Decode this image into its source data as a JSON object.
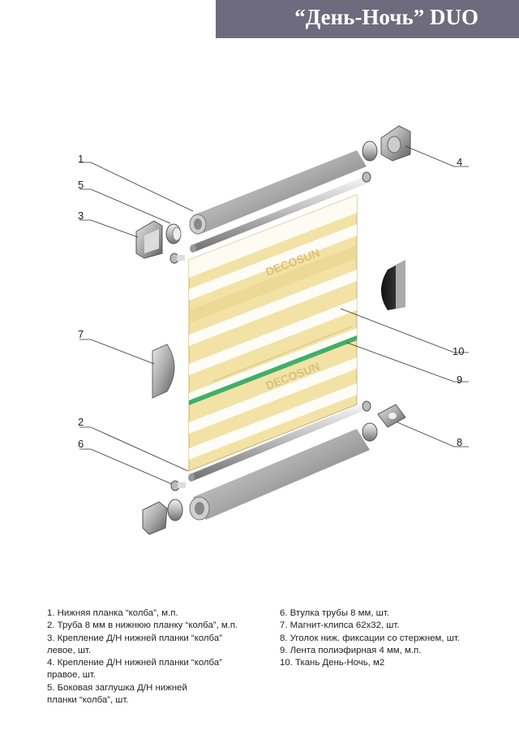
{
  "title": "“День-Ночь” DUO",
  "diagram": {
    "callouts": [
      "1",
      "2",
      "3",
      "4",
      "5",
      "6",
      "7",
      "8",
      "9",
      "10"
    ],
    "watermark": "DECOSUN"
  },
  "legend": {
    "left": [
      "1. Нижняя планка “колба”, м.п.",
      "2. Труба 8 мм в нижнюю планку “колба”, м.п.",
      "3. Крепление Д/Н нижней планки “колба”\nлевое, шт.",
      "4. Крепление Д/Н нижней планки “колба”\nправое, шт.",
      "5. Боковая заглушка Д/Н нижней\nпланки “колба”, шт."
    ],
    "right": [
      "6. Втулка трубы 8 мм, шт.",
      "7. Магнит-клипса 62х32, шт.",
      "8. Уголок ниж. фиксации со стержнем, шт.",
      "9. Лента полиэфирная 4 мм, м.п.",
      "10. Ткань День-Ночь, м2"
    ]
  }
}
